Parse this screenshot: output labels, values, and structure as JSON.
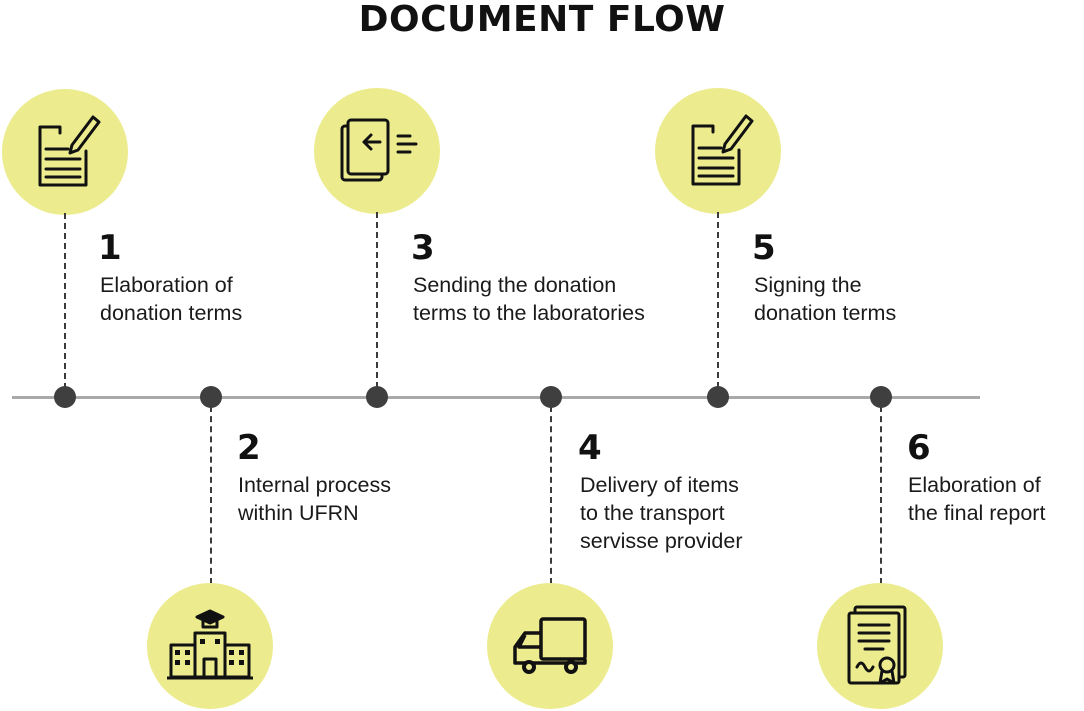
{
  "title": "DOCUMENT FLOW",
  "colors": {
    "icon_circle": "#ecec8f",
    "timeline": "#a9a9a9",
    "node": "#3f3f3f",
    "ink": "#111111"
  },
  "steps": [
    {
      "number": "1",
      "lines": [
        "Elaboration of",
        "donation terms"
      ],
      "icon": "document-pen-icon"
    },
    {
      "number": "2",
      "lines": [
        "Internal process",
        "within UFRN"
      ],
      "icon": "university-building-icon"
    },
    {
      "number": "3",
      "lines": [
        "Sending the donation",
        "terms to the laboratories"
      ],
      "icon": "send-documents-icon"
    },
    {
      "number": "4",
      "lines": [
        "Delivery of items",
        "to the transport",
        "servisse provider"
      ],
      "icon": "delivery-truck-icon"
    },
    {
      "number": "5",
      "lines": [
        "Signing the",
        "donation terms"
      ],
      "icon": "document-pen-icon"
    },
    {
      "number": "6",
      "lines": [
        "Elaboration of",
        "the final report"
      ],
      "icon": "certificate-icon"
    }
  ]
}
